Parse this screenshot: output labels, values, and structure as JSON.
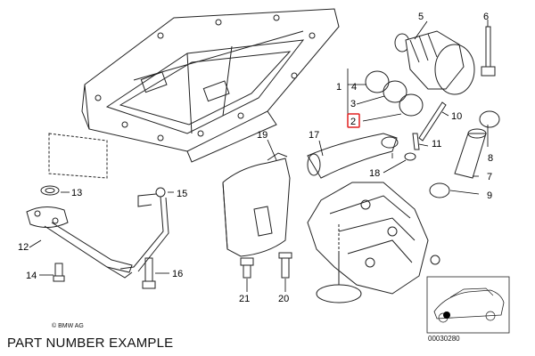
{
  "footer": {
    "title": "PART NUMBER EXAMPLE",
    "copyright": "© BMW AG",
    "image_code": "00030280"
  },
  "highlight_color": "#e02020",
  "callouts": [
    "1",
    "2",
    "3",
    "4",
    "5",
    "6",
    "7",
    "8",
    "9",
    "10",
    "11",
    "12",
    "13",
    "14",
    "15",
    "16",
    "17",
    "18",
    "19",
    "20",
    "21"
  ],
  "highlighted_callout": "2"
}
